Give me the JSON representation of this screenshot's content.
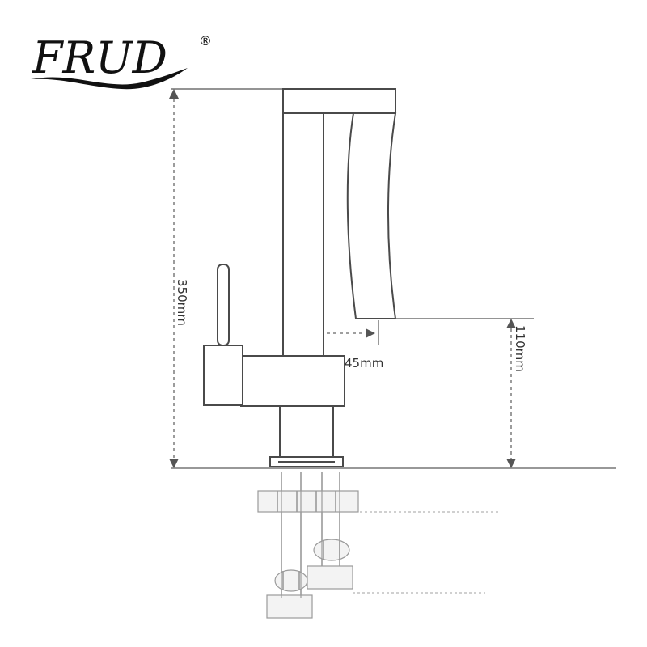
{
  "brand": {
    "name": "FRUD",
    "registered_mark": "®"
  },
  "dimensions": {
    "total_height": "350mm",
    "spout_height": "110mm",
    "spout_reach": "45mm"
  },
  "colors": {
    "line": "#4a4a4a",
    "ghost": "#9a9a9a",
    "background": "#ffffff"
  }
}
